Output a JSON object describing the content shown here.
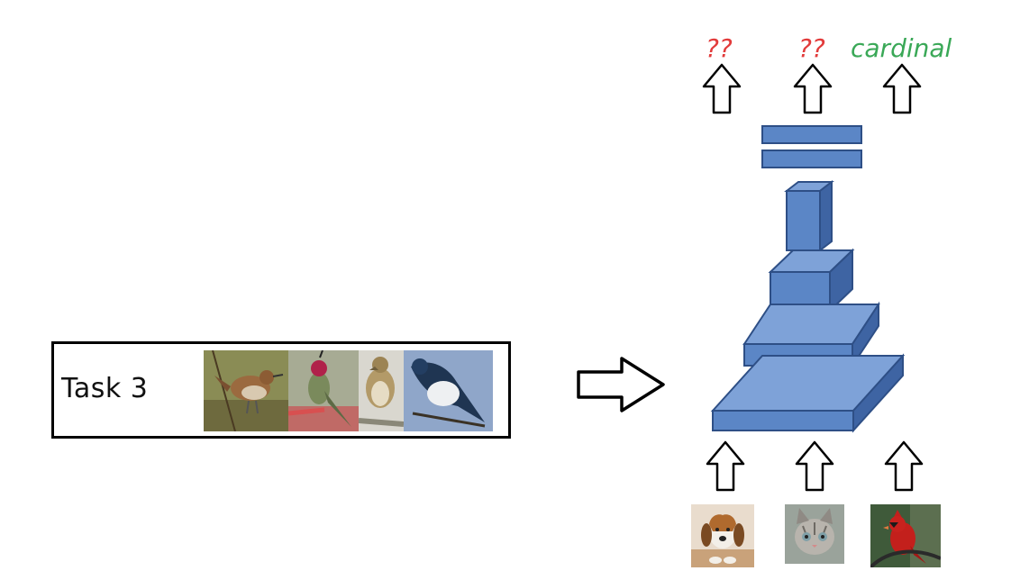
{
  "task": {
    "label": "Task 3"
  },
  "outputs": [
    {
      "text": "??",
      "color": "#e23b3b"
    },
    {
      "text": "??",
      "color": "#e23b3b"
    },
    {
      "text": "cardinal",
      "color": "#3aa857"
    }
  ],
  "task_images": [
    "wren-photo",
    "hummingbird-photo",
    "sparrow-photo",
    "swallow-photo"
  ],
  "input_images": [
    "beagle-photo",
    "kitten-photo",
    "cardinal-photo"
  ],
  "colors": {
    "block_face": "#5b86c6",
    "block_side": "#3e64a3",
    "block_top": "#7ea2d8",
    "block_stroke": "#2e4f86"
  }
}
